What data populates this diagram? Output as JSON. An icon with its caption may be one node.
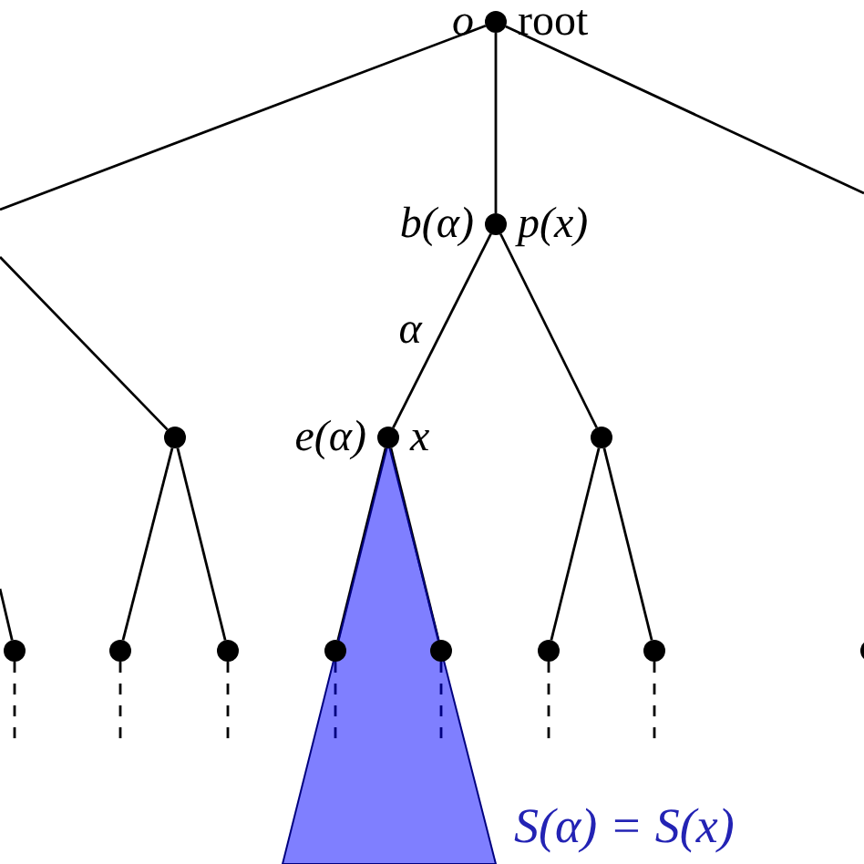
{
  "diagram": {
    "nodes": [
      {
        "text": [],
        "shape": "circle",
        "beside": [
          "o",
          "root"
        ]
      },
      {
        "text": [],
        "shape": "circle",
        "beside": [
          "b(α)",
          "p(x)"
        ]
      },
      {
        "text": [],
        "shape": "circle",
        "beside": [
          "e(α)",
          "x"
        ]
      },
      {
        "text": [],
        "shape": "circle"
      },
      {
        "text": [],
        "shape": "circle"
      },
      {
        "text": [],
        "shape": "circle"
      },
      {
        "text": [],
        "shape": "circle"
      },
      {
        "text": [],
        "shape": "circle"
      },
      {
        "text": [],
        "shape": "circle"
      },
      {
        "text": [],
        "shape": "circle"
      },
      {
        "text": [],
        "shape": "circle"
      },
      {
        "text": [],
        "shape": "circle"
      },
      {
        "text": [],
        "shape": "circle"
      }
    ],
    "edges": [
      {
        "from": 0,
        "to": 1,
        "arrow": "none"
      },
      {
        "from": 0,
        "to": null,
        "arrow": "none"
      },
      {
        "from": 0,
        "to": null,
        "arrow": "none"
      },
      {
        "from": 1,
        "to": 2,
        "arrow": "none",
        "label": "α"
      },
      {
        "from": 1,
        "to": 3,
        "arrow": "none"
      },
      {
        "from": null,
        "to": 4,
        "arrow": "none"
      },
      {
        "from": null,
        "to": 5,
        "arrow": "none"
      },
      {
        "from": 4,
        "to": 6,
        "arrow": "none"
      },
      {
        "from": 4,
        "to": 7,
        "arrow": "none"
      },
      {
        "from": 2,
        "to": 8,
        "arrow": "none"
      },
      {
        "from": 2,
        "to": 9,
        "arrow": "none"
      },
      {
        "from": 3,
        "to": 10,
        "arrow": "none"
      },
      {
        "from": 3,
        "to": 11,
        "arrow": "none"
      },
      {
        "from": 5,
        "to": null,
        "arrow": "none",
        "style": "dashed"
      },
      {
        "from": 6,
        "to": null,
        "arrow": "none",
        "style": "dashed"
      },
      {
        "from": 7,
        "to": null,
        "arrow": "none",
        "style": "dashed"
      },
      {
        "from": 8,
        "to": null,
        "arrow": "none",
        "style": "dashed"
      },
      {
        "from": 9,
        "to": null,
        "arrow": "none",
        "style": "dashed"
      },
      {
        "from": 10,
        "to": null,
        "arrow": "none",
        "style": "dashed"
      },
      {
        "from": 11,
        "to": null,
        "arrow": "none",
        "style": "dashed"
      }
    ],
    "labels": [
      "S(α) = S(x)"
    ]
  }
}
